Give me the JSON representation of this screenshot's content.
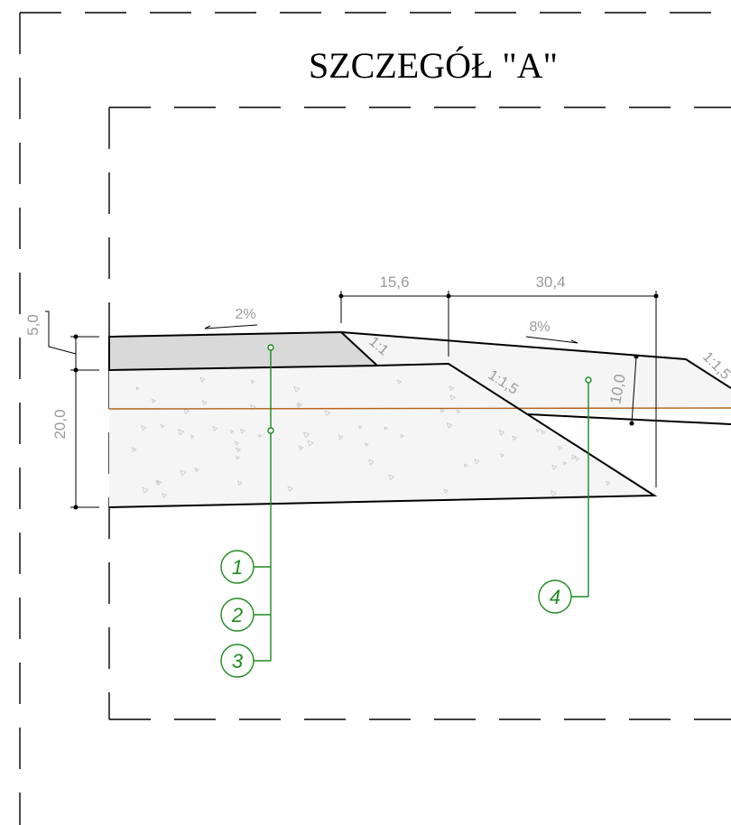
{
  "title": "SZCZEGÓŁ \"A\"",
  "dimensions": {
    "top_left": "15,6",
    "top_right": "30,4",
    "left_small": "5,0",
    "left_large": "20,0",
    "right_vertical": "10,0"
  },
  "slopes": {
    "surface_left": "2%",
    "surface_right": "8%",
    "embankment_1": "1:1",
    "embankment_2": "1:1,5",
    "embankment_3": "1:1,5"
  },
  "callouts": [
    "1",
    "2",
    "3",
    "4"
  ],
  "colors": {
    "lines": "#000000",
    "callouts": "#1d8a1d",
    "dimension_text": "#9a9a9a",
    "asphalt_fill": "#d9d9d9",
    "base_fill": "#f5f5f5",
    "geotextile": "#b5651d"
  }
}
